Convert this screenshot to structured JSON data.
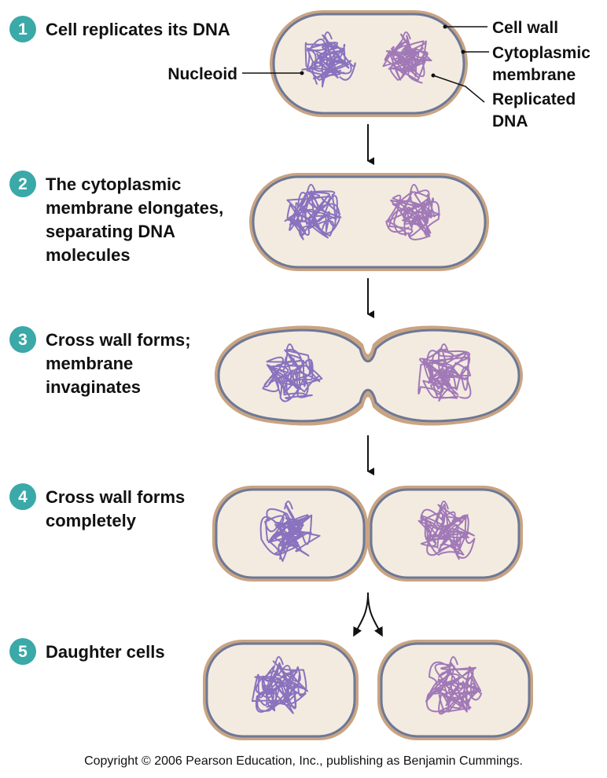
{
  "steps": [
    {
      "number": "1",
      "lines": [
        "Cell replicates its DNA"
      ]
    },
    {
      "number": "2",
      "lines": [
        "The cytoplasmic",
        "membrane elongates,",
        "separating DNA",
        "molecules"
      ]
    },
    {
      "number": "3",
      "lines": [
        "Cross wall forms;",
        "membrane",
        "invaginates"
      ]
    },
    {
      "number": "4",
      "lines": [
        "Cross wall forms",
        "completely"
      ]
    },
    {
      "number": "5",
      "lines": [
        "Daughter cells"
      ]
    }
  ],
  "callouts": {
    "cell_wall": "Cell wall",
    "cytoplasmic_membrane": [
      "Cytoplasmic",
      "membrane"
    ],
    "nucleoid": "Nucleoid",
    "replicated_dna": [
      "Replicated",
      "DNA"
    ]
  },
  "copyright": "Copyright © 2006 Pearson Education, Inc., publishing as Benjamin Cummings.",
  "colors": {
    "badge": "#3aa9a8",
    "cell_wall": "#c9a483",
    "membrane": "#6d7896",
    "cytoplasm": "#f3ebe0",
    "dna_left": "#8a72be",
    "dna_right": "#a179b7",
    "arrow": "#111111"
  }
}
